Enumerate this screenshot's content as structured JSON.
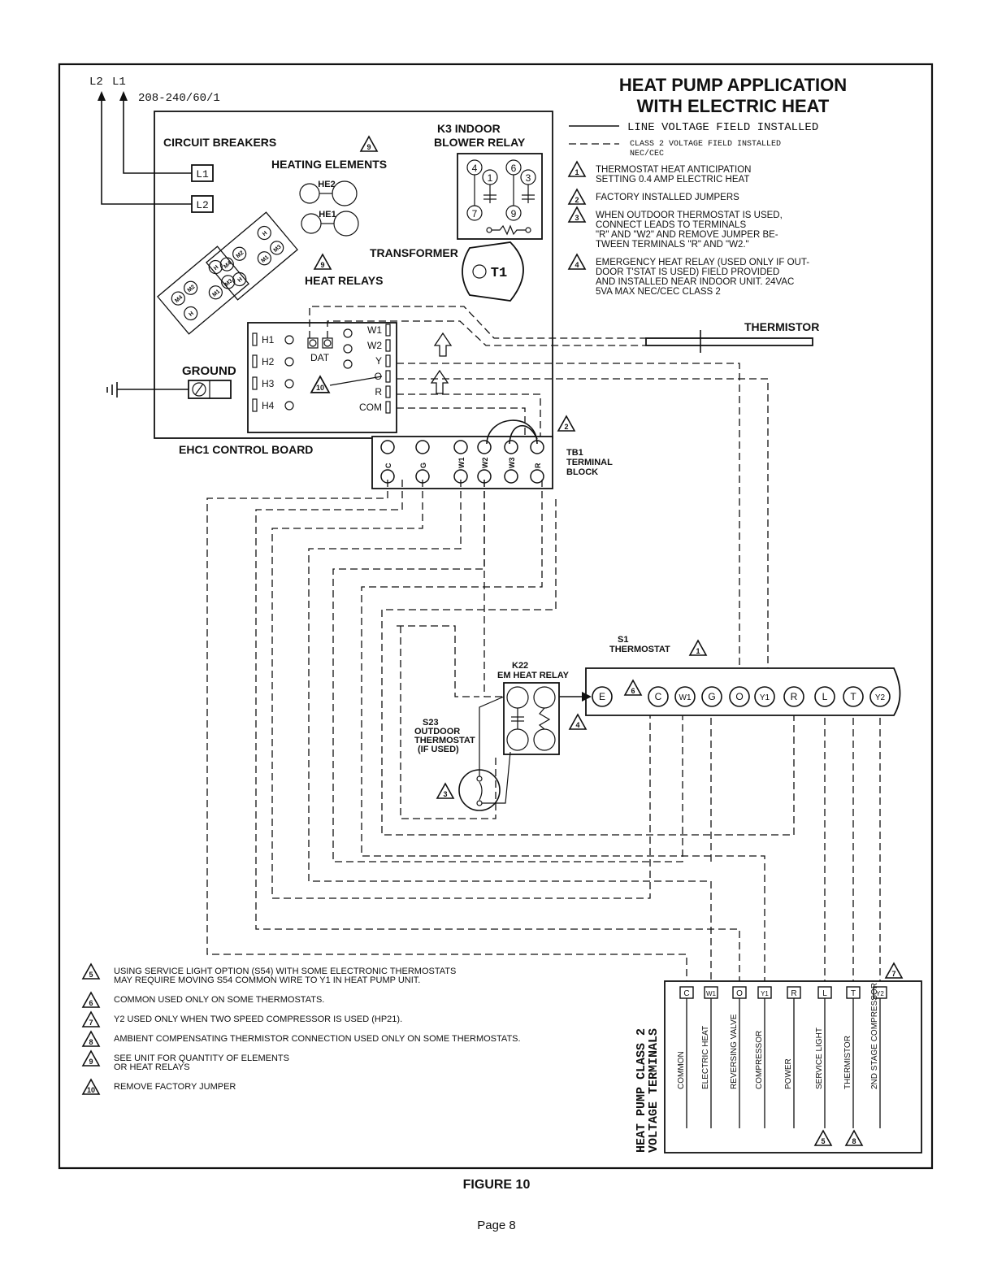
{
  "header": {
    "title_line1": "HEAT PUMP APPLICATION",
    "title_line2": "WITH ELECTRIC HEAT",
    "supply_l2": "L2",
    "supply_l1": "L1",
    "supply_voltage": "208-240/60/1"
  },
  "legend": {
    "line_voltage": "LINE VOLTAGE FIELD INSTALLED",
    "class2_line1": "CLASS 2 VOLTAGE FIELD INSTALLED",
    "class2_line2": "NEC/CEC",
    "notes": [
      {
        "num": "1",
        "lines": [
          "THERMOSTAT HEAT ANTICIPATION",
          "SETTING 0.4 AMP ELECTRIC HEAT"
        ]
      },
      {
        "num": "2",
        "lines": [
          "FACTORY INSTALLED JUMPERS"
        ]
      },
      {
        "num": "3",
        "lines": [
          "WHEN OUTDOOR THERMOSTAT IS USED,",
          "CONNECT LEADS TO TERMINALS",
          "\"R\" AND \"W2\" AND REMOVE JUMPER BE-",
          "TWEEN TERMINALS \"R\" AND \"W2.\""
        ]
      },
      {
        "num": "4",
        "lines": [
          "EMERGENCY HEAT RELAY (USED ONLY IF OUT-",
          "DOOR T'STAT IS USED) FIELD PROVIDED",
          "AND INSTALLED NEAR INDOOR UNIT. 24VAC",
          "5VA MAX NEC/CEC CLASS 2"
        ]
      }
    ]
  },
  "unit": {
    "circuit_breakers": "CIRCUIT BREAKERS",
    "heating_elements": "HEATING ELEMENTS",
    "he2": "HE2",
    "he1": "HE1",
    "k3_line1": "K3 INDOOR",
    "k3_line2": "BLOWER RELAY",
    "k3_terminals": [
      "4",
      "1",
      "7",
      "6",
      "3",
      "9"
    ],
    "transformer": "TRANSFORMER",
    "t1": "T1",
    "heat_relays": "HEAT RELAYS",
    "relay_labels": [
      "M4",
      "M2",
      "H",
      "M1",
      "M3",
      "H"
    ],
    "ground": "GROUND",
    "breaker_l1": "L1",
    "breaker_l2": "L2",
    "board_title": "EHC1 CONTROL BOARD",
    "board_left": [
      "H1",
      "H2",
      "H3",
      "H4"
    ],
    "board_right": [
      "W1",
      "W2",
      "Y",
      "O",
      "R",
      "COM"
    ],
    "dat": "DAT",
    "thermistor": "THERMISTOR"
  },
  "tb1": {
    "label_line1": "TB1",
    "label_line2": "TERMINAL",
    "label_line3": "BLOCK",
    "terminals": [
      "C",
      "G",
      "W1",
      "W2",
      "W3",
      "R"
    ]
  },
  "thermostat": {
    "label_line1": "S1",
    "label_line2": "THERMOSTAT",
    "terminals": [
      "E",
      "C",
      "W1",
      "G",
      "O",
      "Y1",
      "R",
      "L",
      "T",
      "Y2"
    ]
  },
  "em_relay": {
    "label_line1": "K22",
    "label_line2": "EM HEAT RELAY"
  },
  "outdoor_tstat": {
    "label_line1": "S23",
    "label_line2": "OUTDOOR",
    "label_line3": "THERMOSTAT",
    "label_line4": "(IF USED)"
  },
  "hp_terminals": {
    "title_line1": "HEAT PUMP CLASS 2",
    "title_line2": "VOLTAGE TERMINALS",
    "terminals": [
      {
        "code": "C",
        "name": "COMMON"
      },
      {
        "code": "W1",
        "name": "ELECTRIC HEAT"
      },
      {
        "code": "O",
        "name": "REVERSING VALVE"
      },
      {
        "code": "Y1",
        "name": "COMPRESSOR"
      },
      {
        "code": "R",
        "name": "POWER"
      },
      {
        "code": "L",
        "name": "SERVICE LIGHT"
      },
      {
        "code": "T",
        "name": "THERMISTOR"
      },
      {
        "code": "Y2",
        "name": "2ND STAGE COMPRESSOR"
      }
    ]
  },
  "notes_bottom": [
    {
      "num": "5",
      "lines": [
        "USING SERVICE LIGHT OPTION (S54) WITH SOME ELECTRONIC THERMOSTATS",
        "MAY REQUIRE MOVING S54 COMMON WIRE TO Y1 IN HEAT PUMP UNIT."
      ]
    },
    {
      "num": "6",
      "lines": [
        "COMMON USED ONLY ON SOME THERMOSTATS."
      ]
    },
    {
      "num": "7",
      "lines": [
        "Y2 USED ONLY WHEN TWO SPEED COMPRESSOR IS USED (HP21)."
      ]
    },
    {
      "num": "8",
      "lines": [
        "AMBIENT COMPENSATING THERMISTOR CONNECTION USED ONLY ON SOME THERMOSTATS."
      ]
    },
    {
      "num": "9",
      "lines": [
        "SEE UNIT FOR QUANTITY OF ELEMENTS",
        "OR HEAT RELAYS"
      ]
    },
    {
      "num": "10",
      "lines": [
        "REMOVE FACTORY JUMPER"
      ]
    }
  ],
  "figure_caption": "FIGURE 10",
  "page_label": "Page 8"
}
